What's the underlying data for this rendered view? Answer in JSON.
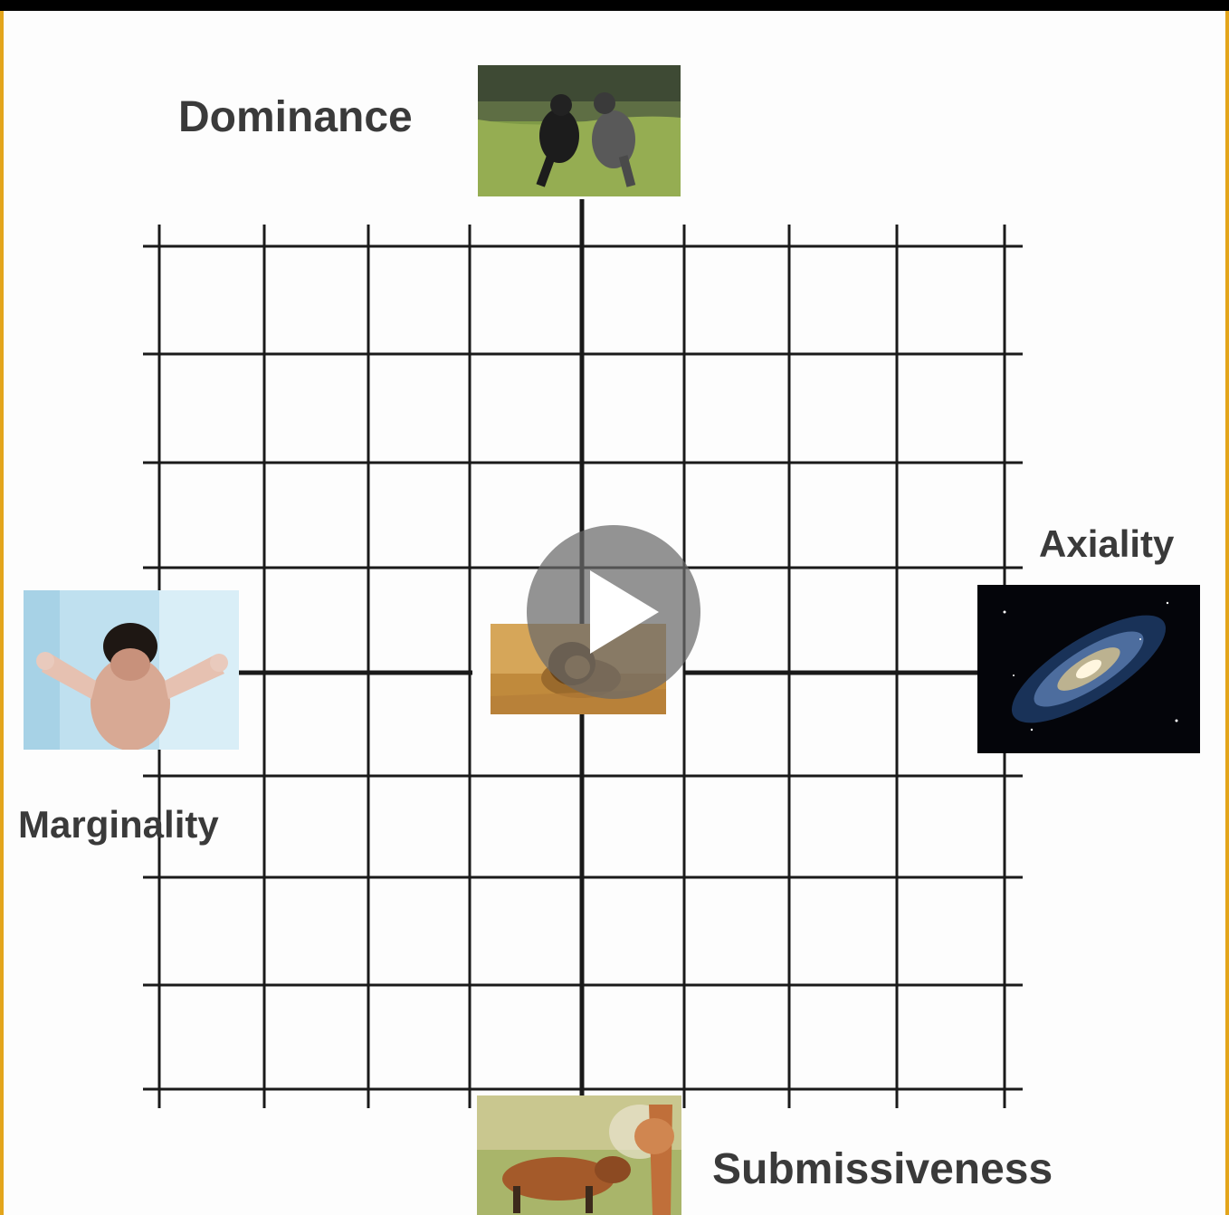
{
  "labels": {
    "top": "Dominance",
    "right": "Axiality",
    "left": "Marginality",
    "bottom": "Submissiveness"
  },
  "images": {
    "top": "gorillas-fighting-photo",
    "right": "spiral-galaxy-photo",
    "left": "person-reaching-photo",
    "center": "lion-lying-in-grass-photo",
    "bottom": "foxes-photo"
  },
  "player": {
    "play_icon": "play-icon"
  },
  "colors": {
    "frame_border": "#e3a51c",
    "grid_line": "#1a1a1a",
    "label_text": "#3a3a3a",
    "play_overlay": "#696969"
  }
}
